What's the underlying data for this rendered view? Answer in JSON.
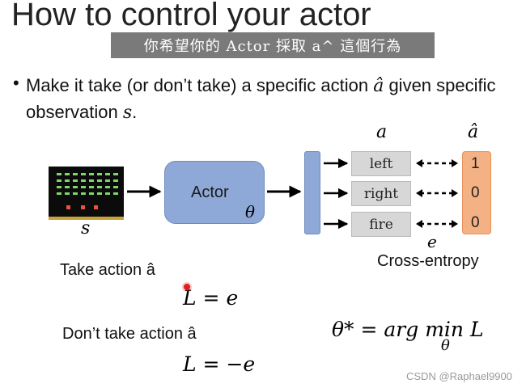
{
  "slide": {
    "title": "How to control your actor",
    "subtitle": "你希望你的 Actor 採取 a^ 這個行為",
    "bullet": "•",
    "bullet_part1": "Make it take (or don’t take) a specific action ",
    "bullet_ahat": "â",
    "bullet_part2": " given specific observation ",
    "bullet_s": "s",
    "bullet_end": "."
  },
  "diagram": {
    "observation_label": "s",
    "actor_label": "Actor",
    "actor_param": "θ",
    "a_label": "a",
    "ahat_label": "â",
    "actions": [
      "left",
      "right",
      "fire"
    ],
    "targets": [
      "1",
      "0",
      "0"
    ],
    "e_label": "e",
    "loss_name": "Cross-entropy"
  },
  "equations": {
    "take_label": "Take action â",
    "take_eq": "L = e",
    "dont_label": "Don’t take action â",
    "dont_eq": "L = −e",
    "objective": "θ* = arg min L",
    "objective_sub": "θ"
  },
  "watermark": "CSDN @Raphael9900",
  "colors": {
    "actor_fill": "#8ea9d8",
    "target_fill": "#f4b184",
    "action_fill": "#d7d7d7",
    "subtitle_bg": "#7a7a7a",
    "cursor": "#e02020"
  },
  "icons": [
    "pointer-dot-icon",
    "game-screen-icon"
  ]
}
